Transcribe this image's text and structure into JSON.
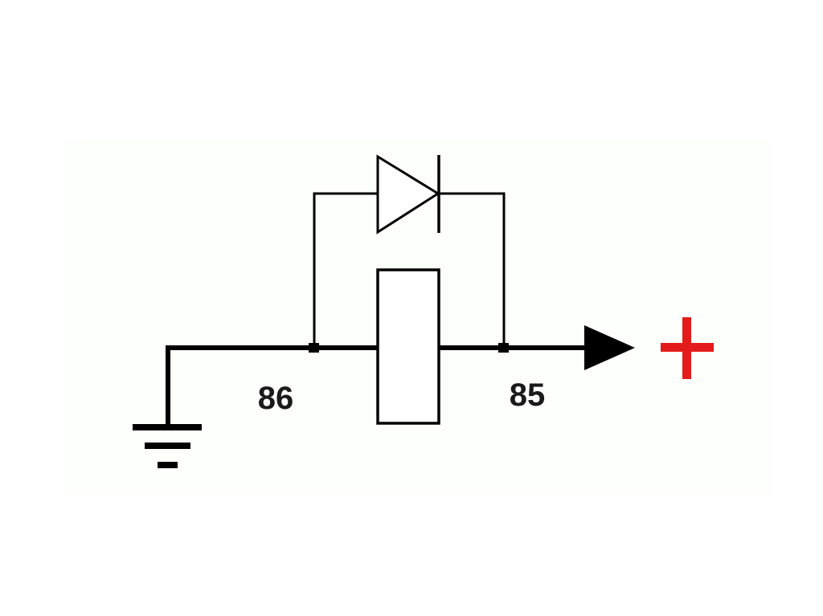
{
  "diagram": {
    "pin_86_label": "86",
    "pin_85_label": "85",
    "wire_color": "#000000",
    "positive_symbol_color": "#e31b1b",
    "components": [
      "relay-coil",
      "flyback-diode",
      "ground-symbol",
      "positive-supply-arrow"
    ]
  }
}
